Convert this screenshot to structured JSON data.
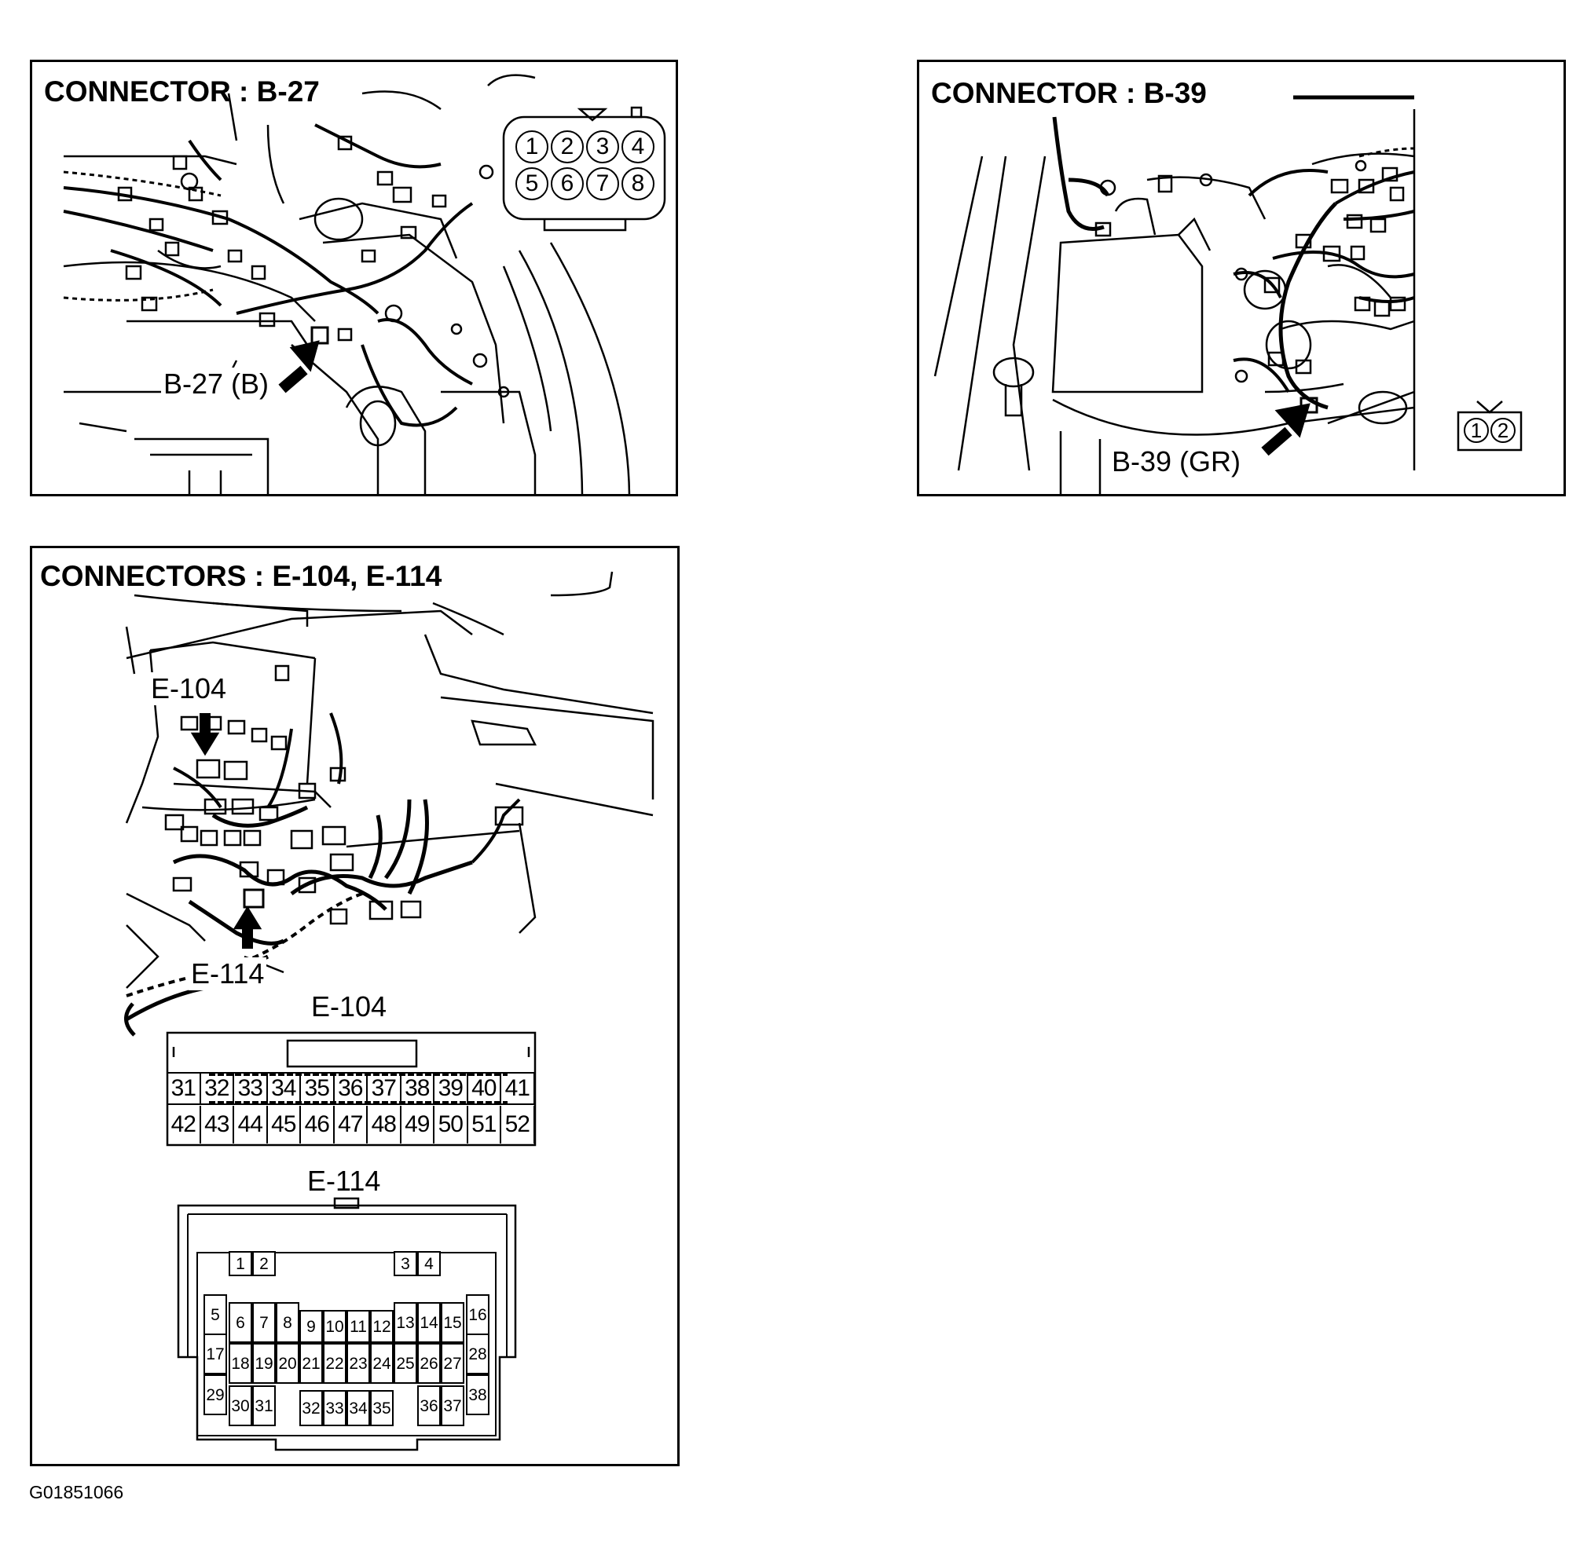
{
  "figure_code": "G01851066",
  "panels": {
    "b27": {
      "title": "CONNECTOR : B-27",
      "callout": "B-27 (B)",
      "pins": [
        "1",
        "2",
        "3",
        "4",
        "5",
        "6",
        "7",
        "8"
      ]
    },
    "b39": {
      "title": "CONNECTOR : B-39",
      "callout": "B-39 (GR)",
      "pins": [
        "1",
        "2"
      ]
    },
    "e": {
      "title": "CONNECTORS : E-104, E-114",
      "callout_e104": "E-104",
      "callout_e114": "E-114",
      "e104_face_label": "E-104",
      "e114_face_label": "E-114",
      "e104_pins_top": [
        "31",
        "32",
        "33",
        "34",
        "35",
        "36",
        "37",
        "38",
        "39",
        "40",
        "41"
      ],
      "e104_pins_bottom": [
        "42",
        "43",
        "44",
        "45",
        "46",
        "47",
        "48",
        "49",
        "50",
        "51",
        "52"
      ],
      "e114_pins": [
        "1",
        "2",
        "3",
        "4",
        "5",
        "6",
        "7",
        "8",
        "9",
        "10",
        "11",
        "12",
        "13",
        "14",
        "15",
        "16",
        "17",
        "18",
        "19",
        "20",
        "21",
        "22",
        "23",
        "24",
        "25",
        "26",
        "27",
        "28",
        "29",
        "30",
        "31",
        "32",
        "33",
        "34",
        "35",
        "36",
        "37",
        "38"
      ]
    }
  },
  "colors": {
    "line": "#000000",
    "background": "#ffffff"
  }
}
